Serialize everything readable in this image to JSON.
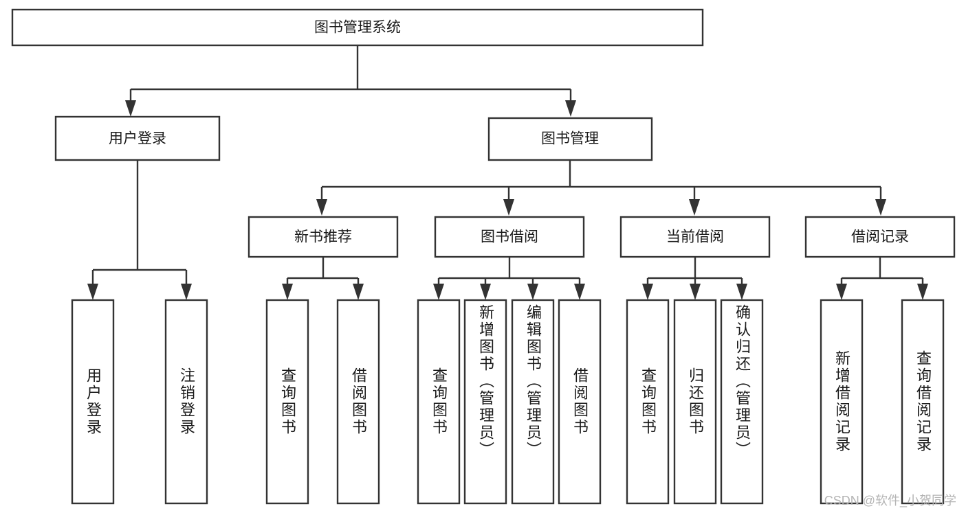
{
  "diagram": {
    "title": "图书管理系统",
    "type": "tree-hierarchy",
    "root": {
      "id": "root",
      "label": "图书管理系统",
      "orientation": "horizontal"
    },
    "level2": [
      {
        "id": "user-login",
        "label": "用户登录",
        "orientation": "horizontal"
      },
      {
        "id": "book-manage",
        "label": "图书管理",
        "orientation": "horizontal"
      }
    ],
    "level3": [
      {
        "id": "new-book-recommend",
        "label": "新书推荐",
        "orientation": "horizontal",
        "parent": "book-manage"
      },
      {
        "id": "book-borrow",
        "label": "图书借阅",
        "orientation": "horizontal",
        "parent": "book-manage"
      },
      {
        "id": "current-borrow",
        "label": "当前借阅",
        "orientation": "horizontal",
        "parent": "book-manage"
      },
      {
        "id": "borrow-record",
        "label": "借阅记录",
        "orientation": "horizontal",
        "parent": "book-manage"
      }
    ],
    "leaves": [
      {
        "id": "leaf-user-login",
        "label": "用户登录",
        "parent": "user-login"
      },
      {
        "id": "leaf-logout-login",
        "label": "注销登录",
        "parent": "user-login"
      },
      {
        "id": "leaf-query-book-1",
        "label": "查询图书",
        "parent": "new-book-recommend"
      },
      {
        "id": "leaf-borrow-book-1",
        "label": "借阅图书",
        "parent": "new-book-recommend"
      },
      {
        "id": "leaf-query-book-2",
        "label": "查询图书",
        "parent": "book-borrow"
      },
      {
        "id": "leaf-add-book",
        "label": "新增图书（管理员）",
        "parent": "book-borrow"
      },
      {
        "id": "leaf-edit-book",
        "label": "编辑图书（管理员）",
        "parent": "book-borrow"
      },
      {
        "id": "leaf-borrow-book-2",
        "label": "借阅图书",
        "parent": "book-borrow"
      },
      {
        "id": "leaf-query-book-3",
        "label": "查询图书",
        "parent": "current-borrow"
      },
      {
        "id": "leaf-return-book",
        "label": "归还图书",
        "parent": "current-borrow"
      },
      {
        "id": "leaf-confirm-return",
        "label": "确认归还（管理员）",
        "parent": "current-borrow"
      },
      {
        "id": "leaf-add-record",
        "label": "新增借阅记录",
        "parent": "borrow-record"
      },
      {
        "id": "leaf-query-record",
        "label": "查询借阅记录",
        "parent": "borrow-record"
      }
    ]
  },
  "watermark": {
    "text": "CSDN @软件_小贺同学"
  },
  "colors": {
    "stroke": "#333333",
    "box_fill": "#ffffff",
    "text": "#1a1a1a",
    "watermark": "#b4b4b4",
    "background": "#ffffff"
  }
}
